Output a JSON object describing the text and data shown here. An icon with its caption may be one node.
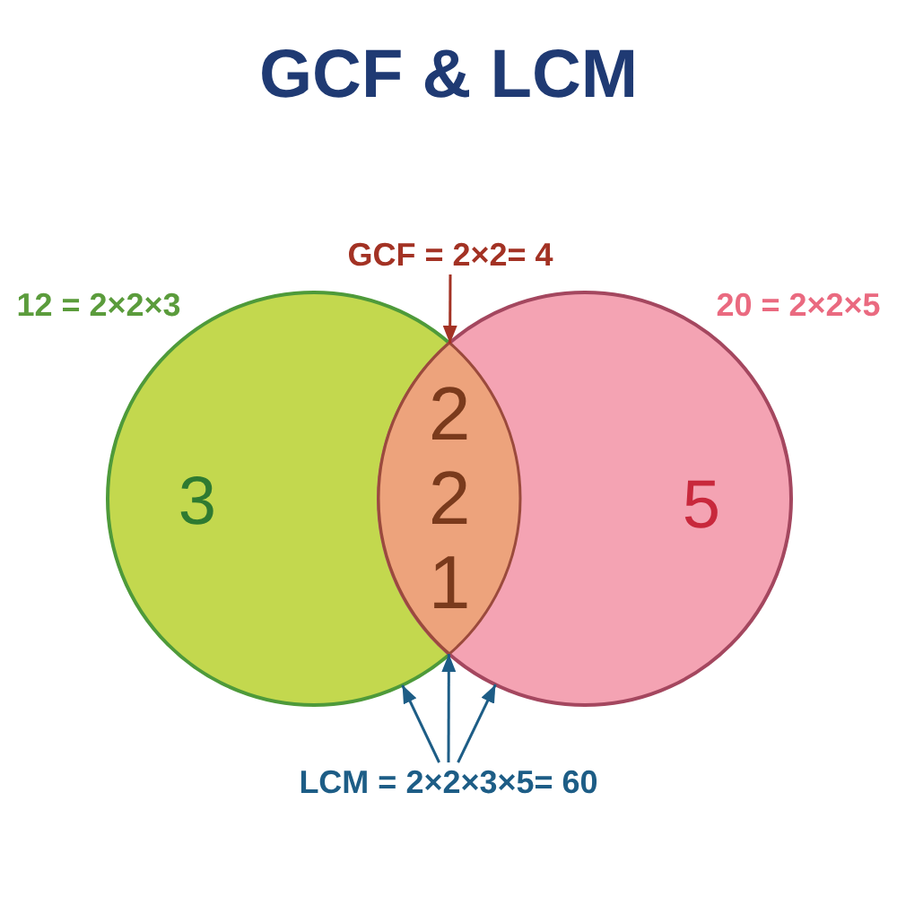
{
  "diagram": {
    "title": "GCF & LCM",
    "nodes": [
      {
        "text": [
          "GCF = 2×2= 4"
        ]
      },
      {
        "text": [
          "12 = 2×2×3",
          "3"
        ]
      },
      {
        "text": [
          "2",
          "2",
          "1"
        ]
      },
      {
        "text": [
          "20 = 2×2×5",
          "5"
        ]
      },
      {
        "text": [
          "LCM = 2×2×3×5= 60"
        ]
      }
    ],
    "edges": [
      {
        "from": 0,
        "to": 2,
        "arrow": "to",
        "color": "#a33224"
      },
      {
        "from": 4,
        "to": 1,
        "arrow": "to"
      },
      {
        "from": 4,
        "to": 2,
        "arrow": "to"
      },
      {
        "from": 4,
        "to": 3,
        "arrow": "to"
      }
    ]
  }
}
